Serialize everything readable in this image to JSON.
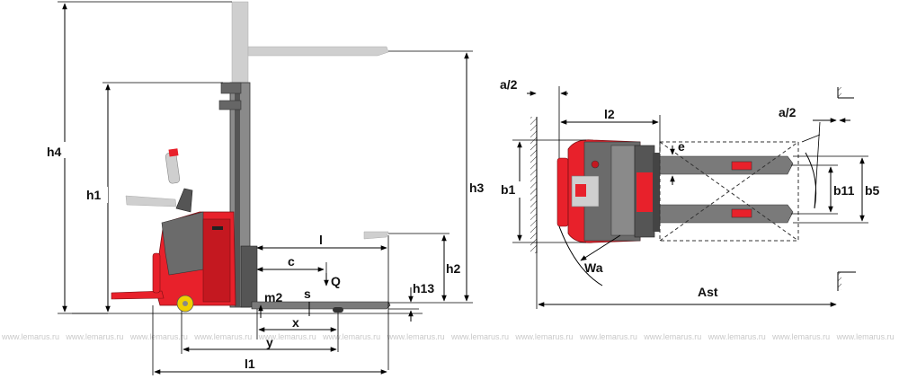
{
  "colors": {
    "truck_red": "#e8212b",
    "truck_red_dark": "#b8141c",
    "mast_grey": "#8a8a8a",
    "body_grey": "#6b6b6b",
    "light_grey": "#cfcfcf",
    "fork_grey": "#7a7a7a",
    "line": "#000000",
    "watermark": "#c9c9c9"
  },
  "side_view": {
    "labels": {
      "h4": "h4",
      "h1": "h1",
      "h3": "h3",
      "h2": "h2",
      "h13": "h13",
      "l": "l",
      "c": "c",
      "Q": "Q",
      "s": "s",
      "m2": "m2",
      "x": "x",
      "y": "y",
      "l1": "l1"
    }
  },
  "top_view": {
    "labels": {
      "a_half_left": "a/2",
      "a_half_right": "a/2",
      "l2": "l2",
      "e": "e",
      "b1": "b1",
      "b11": "b11",
      "b5": "b5",
      "Wa": "Wa",
      "Ast": "Ast"
    }
  },
  "watermark": {
    "text": "www.lemarus.ru",
    "count": 14
  }
}
